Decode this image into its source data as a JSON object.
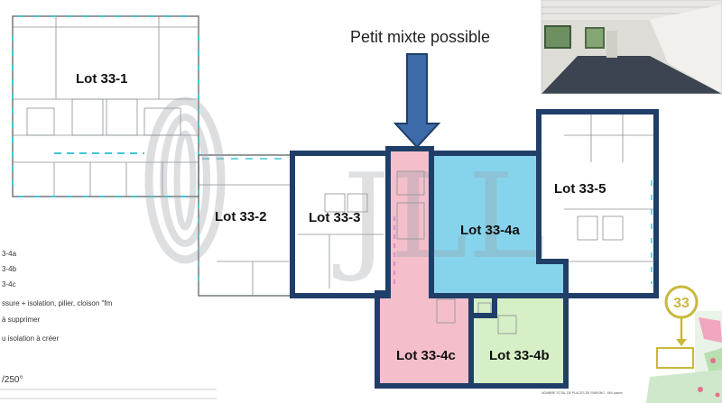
{
  "annotation": {
    "text": "Petit mixte possible"
  },
  "lots": [
    {
      "label": "Lot 33-1",
      "fill": "#ffffff"
    },
    {
      "label": "Lot 33-2",
      "fill": "#ffffff"
    },
    {
      "label": "Lot 33-3",
      "fill": "#ffffff"
    },
    {
      "label": "Lot 33-4a",
      "fill": "#86d3ec"
    },
    {
      "label": "Lot 33-5",
      "fill": "#ffffff"
    },
    {
      "label": "Lot 33-4c",
      "fill": "#f4bfcb"
    },
    {
      "label": "Lot 33-4b",
      "fill": "#d6efc6"
    }
  ],
  "outline_color": "#1f3f68",
  "arrow_color": "#3d6aa8",
  "legend": [
    "3-4a",
    "3-4b",
    "3-4c",
    "ssure + isolation, pilier, cloison \"fm",
    "à supprimer",
    "u isolation à créer"
  ],
  "scale": "/250°",
  "marker": {
    "number": "33",
    "color": "#c8b83c"
  },
  "watermark": "JLL",
  "footer_note": "NOMBRE TOTAL DE PLACES DE PARKING : 560 places",
  "photo": {
    "alt": "office interior photo"
  }
}
